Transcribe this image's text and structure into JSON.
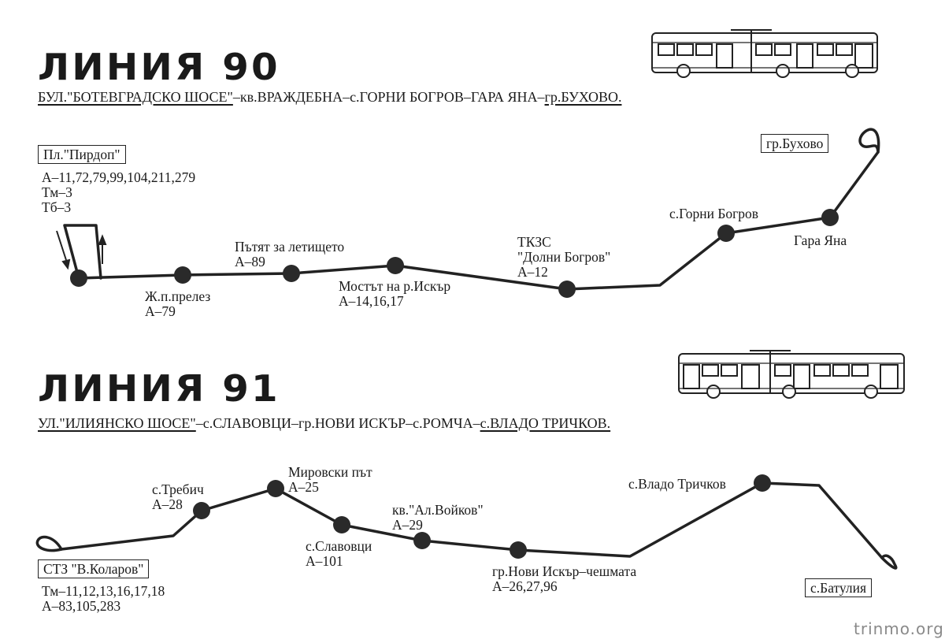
{
  "line90": {
    "title": "ЛИНИЯ 90",
    "subtitle": {
      "start": "БУЛ.\"БОТЕВГРАДСКО ШОСЕ\"",
      "middle": "–кв.ВРАЖДЕБНА–с.ГОРНИ БОГРОВ–ГАРА ЯНА–",
      "end": "гр.БУХОВО."
    },
    "terminal_start": {
      "name": "Пл.\"Пирдоп\"",
      "transfers": [
        "А–11,72,79,99,104,211,279",
        "Тм–3",
        "Тб–3"
      ]
    },
    "terminal_end": {
      "name": "гр.Бухово"
    },
    "stops": [
      {
        "name": "Ж.п.прелез",
        "transfer": "А–79"
      },
      {
        "name": "Пътят за летището",
        "transfer": "А–89"
      },
      {
        "name": "Мостът на р.Искър",
        "transfer": "А–14,16,17"
      },
      {
        "name_lines": [
          "ТКЗС",
          "\"Долни Богров\""
        ],
        "transfer": "А–12"
      },
      {
        "name": "с.Горни Богров",
        "transfer": ""
      },
      {
        "name": "Гара Яна",
        "transfer": ""
      }
    ]
  },
  "line91": {
    "title": "ЛИНИЯ 91",
    "subtitle": {
      "start": "УЛ.\"ИЛИЯНСКО ШОСЕ\"",
      "middle": "–с.СЛАВОВЦИ–гр.НОВИ ИСКЪР–с.РОМЧА–",
      "end": "с.ВЛАДО ТРИЧКОВ."
    },
    "terminal_start": {
      "name": "СТЗ \"В.Коларов\"",
      "transfers": [
        "Тм–11,12,13,16,17,18",
        "А–83,105,283"
      ]
    },
    "terminal_end": {
      "name": "с.Батулия"
    },
    "stops": [
      {
        "name": "с.Требич",
        "transfer": "А–28"
      },
      {
        "name": "Мировски път",
        "transfer": "А–25"
      },
      {
        "name": "с.Славовци",
        "transfer": "А–101"
      },
      {
        "name": "кв.\"Ал.Войков\"",
        "transfer": "А–29"
      },
      {
        "name": "гр.Нови Искър–чешмата",
        "transfer": "А–26,27,96"
      },
      {
        "name": "с.Владо Тричков",
        "transfer": ""
      }
    ]
  },
  "watermark": "trinmo.org",
  "colors": {
    "ink": "#1a1a1a",
    "stop": "#2a2a2a",
    "watermark": "#8a8a8a"
  },
  "icons": [
    "bus-icon",
    "terminal-loop-icon",
    "direction-arrow-icon"
  ]
}
